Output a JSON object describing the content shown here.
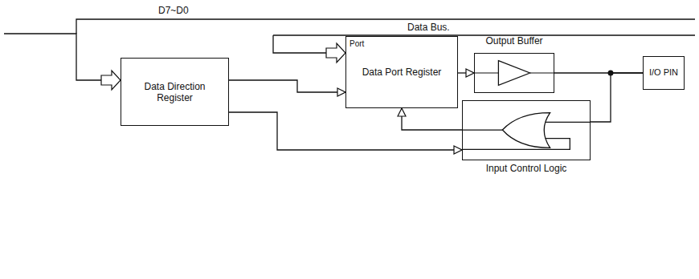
{
  "diagram": {
    "nodes": [
      {
        "text": [
          "Data Direction Register"
        ]
      },
      {
        "text": [
          "Port",
          "Data Port Register"
        ]
      },
      {
        "text": [
          "Output Buffer"
        ]
      },
      {
        "text": [
          "Input Control Logic"
        ]
      },
      {
        "text": [
          "I/O PIN"
        ]
      }
    ],
    "edges": [
      {
        "from": 0,
        "to": 1,
        "arrow": "to"
      },
      {
        "from": 0,
        "to": 3,
        "arrow": "to"
      },
      {
        "from": 1,
        "to": 2,
        "arrow": "to"
      },
      {
        "from": 2,
        "to": 4,
        "arrow": "none"
      },
      {
        "from": 4,
        "to": 3,
        "arrow": "none"
      },
      {
        "from": 3,
        "to": 1,
        "arrow": "to"
      }
    ],
    "labels": [
      "D7~D0",
      "Data Bus."
    ]
  }
}
